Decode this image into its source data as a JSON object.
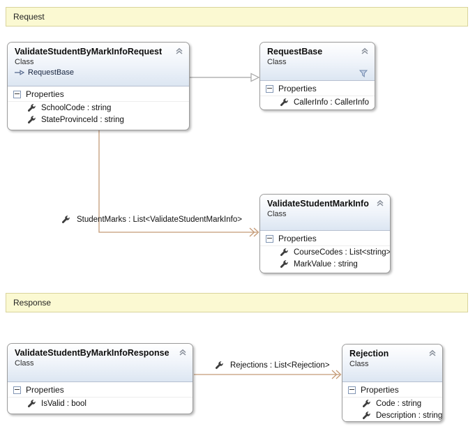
{
  "diagram": {
    "sections": [
      {
        "label": "Request"
      },
      {
        "label": "Response"
      }
    ]
  },
  "labels": {
    "kind": "Class",
    "properties": "Properties"
  },
  "classes": [
    {
      "title": "ValidateStudentByMarkInfoRequest",
      "kind": "Class",
      "base": "RequestBase",
      "properties": [
        "SchoolCode : string",
        "StateProvinceId : string"
      ]
    },
    {
      "title": "RequestBase",
      "kind": "Class",
      "properties": [
        "CallerInfo : CallerInfo"
      ]
    },
    {
      "title": "ValidateStudentMarkInfo",
      "kind": "Class",
      "properties": [
        "CourseCodes : List<string>",
        "MarkValue : string"
      ]
    },
    {
      "title": "ValidateStudentByMarkInfoResponse",
      "kind": "Class",
      "properties": [
        "IsValid : bool"
      ]
    },
    {
      "title": "Rejection",
      "kind": "Class",
      "properties": [
        "Code : string",
        "Description : string"
      ]
    }
  ],
  "associations": [
    {
      "label": "StudentMarks : List<ValidateStudentMarkInfo>"
    },
    {
      "label": "Rejections : List<Rejection>"
    }
  ],
  "icons": {
    "collapse": "chevron-double-up",
    "expanded_compartment": "minus-box",
    "property": "wrench",
    "filter": "funnel",
    "inheritance": "open-arrow-right"
  },
  "colors": {
    "section_banner_bg": "#fbf9d2",
    "section_banner_border": "#d9d49b",
    "header_gradient_bottom": "#dce6f2",
    "box_border": "#9b9b9b",
    "association_line": "#c49a76",
    "inheritance_line": "#a5a5a5"
  }
}
